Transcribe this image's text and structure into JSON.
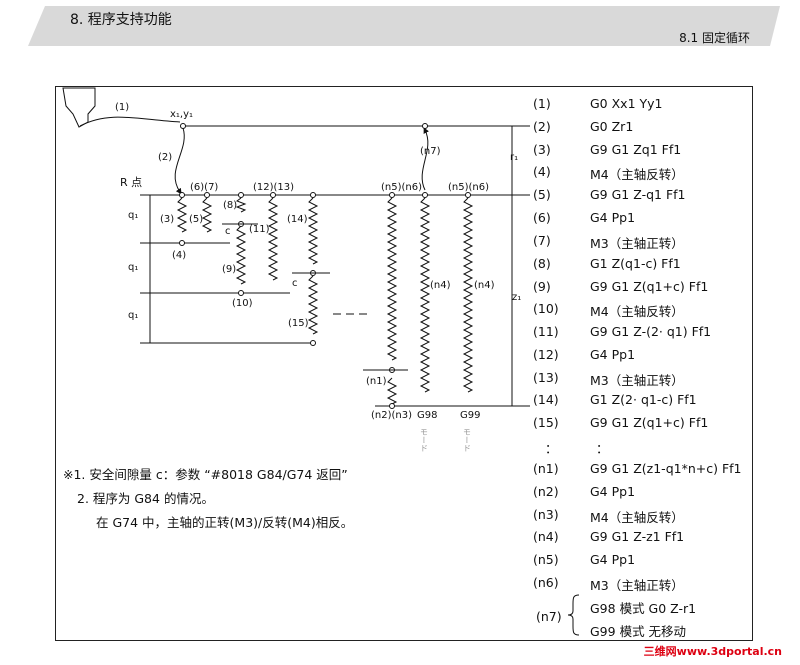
{
  "header": {
    "title": "8.  程序支持功能",
    "subtitle": "8.1  固定循环"
  },
  "diagram": {
    "labels": {
      "move1": "(1)",
      "xy": "x₁,y₁",
      "move2": "(2)",
      "r_point": "R 点",
      "l67": "(6)(7)",
      "l1213": "(12)(13)",
      "l56_a": "(n5)(n6)",
      "l56_b": "(n5)(n6)",
      "l3": "(3)",
      "l4": "(4)",
      "l5": "(5)",
      "l8": "(8)",
      "l9": "(9)",
      "l10": "(10)",
      "l11": "(11)",
      "l14": "(14)",
      "l15": "(15)",
      "ln7": "(n7)",
      "ln1": "(n1)",
      "ln4a": "(n4)",
      "ln4b": "(n4)",
      "ln23": "(n2)(n3)",
      "q1a": "q₁",
      "q1b": "q₁",
      "q1c": "q₁",
      "r1": "r₁",
      "z1": "z₁",
      "c1": "c",
      "c2": "c",
      "g98": "G98",
      "g99": "G99",
      "mode_vert_a": "モード",
      "mode_vert_b": "モード"
    }
  },
  "steps": [
    {
      "num": "(1)",
      "cmd": "G0 Xx1 Yy1"
    },
    {
      "num": "(2)",
      "cmd": "G0 Zr1"
    },
    {
      "num": "(3)",
      "cmd": "G9 G1 Zq1 Ff1"
    },
    {
      "num": "(4)",
      "cmd": "M4（主轴反转）"
    },
    {
      "num": "(5)",
      "cmd": "G9 G1 Z-q1 Ff1"
    },
    {
      "num": "(6)",
      "cmd": "G4 Pp1"
    },
    {
      "num": "(7)",
      "cmd": "M3（主轴正转）"
    },
    {
      "num": "(8)",
      "cmd": "G1 Z(q1-c) Ff1"
    },
    {
      "num": "(9)",
      "cmd": "G9 G1 Z(q1+c) Ff1"
    },
    {
      "num": "(10)",
      "cmd": "M4（主轴反转）"
    },
    {
      "num": "(11)",
      "cmd": "G9 G1 Z-(2· q1) Ff1"
    },
    {
      "num": "(12)",
      "cmd": "G4 Pp1"
    },
    {
      "num": "(13)",
      "cmd": "M3（主轴正转）"
    },
    {
      "num": "(14)",
      "cmd": "G1 Z(2· q1-c) Ff1"
    },
    {
      "num": "(15)",
      "cmd": "G9 G1 Z(q1+c) Ff1"
    },
    {
      "num": "：",
      "cmd": "："
    },
    {
      "num": "(n1)",
      "cmd": "G9 G1 Z(z1-q1*n+c) Ff1"
    },
    {
      "num": "(n2)",
      "cmd": "G4 Pp1"
    },
    {
      "num": "(n3)",
      "cmd": "M4（主轴反转）"
    },
    {
      "num": "(n4)",
      "cmd": "G9 G1 Z-z1 Ff1"
    },
    {
      "num": "(n5)",
      "cmd": "G4 Pp1"
    },
    {
      "num": "(n6)",
      "cmd": "M3（主轴正转）"
    }
  ],
  "n7": {
    "num": "(n7)",
    "line1": "G98 模式  G0 Z-r1",
    "line2": "G99 模式  无移动"
  },
  "notes": {
    "line1": "※1.  安全间隙量 c：参数 “#8018 G84/G74 返回”",
    "line2": "2.  程序为 G84 的情况。",
    "line3": "在 G74 中，主轴的正转(M3)/反转(M4)相反。"
  },
  "watermark": "三维网www.3dportal.cn"
}
